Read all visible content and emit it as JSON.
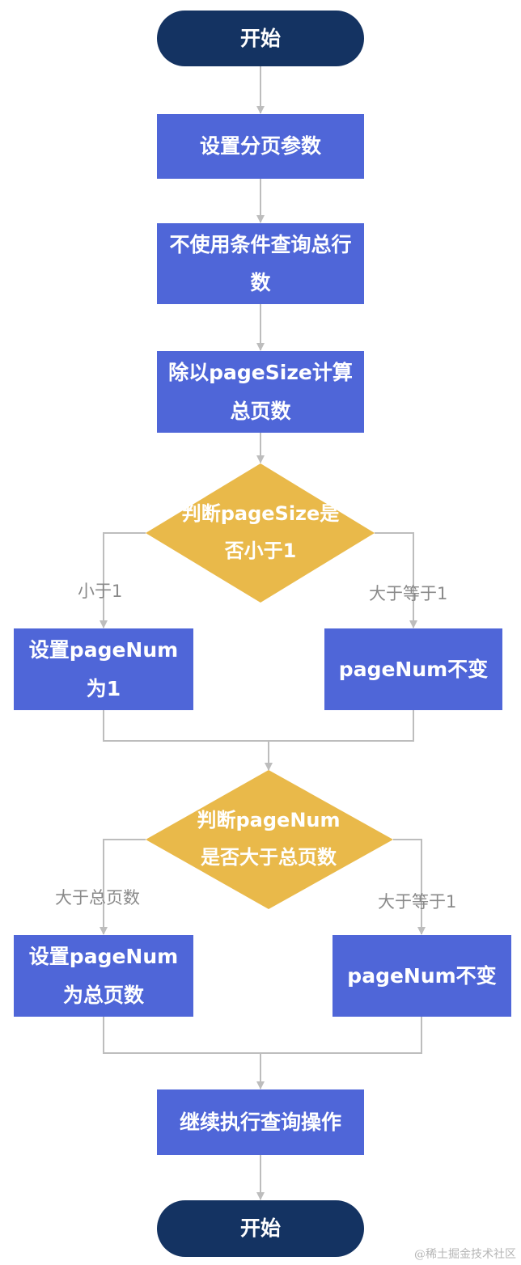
{
  "nodes": {
    "start": "开始",
    "set_params": "设置分页参数",
    "count_total": "不使用条件查询总行数",
    "calc_pages": "除以pageSize计算总页数",
    "decision1": "判断pageSize是否小于1",
    "set_page_one": "设置pageNum为1",
    "keep1": "pageNum不变",
    "decision2": "判断pageNum是否大于总页数",
    "set_page_total": "设置pageNum为总页数",
    "keep2": "pageNum不变",
    "continue_query": "继续执行查询操作",
    "end": "开始"
  },
  "edges": {
    "d1_left": "小于1",
    "d1_right": "大于等于1",
    "d2_left": "大于总页数",
    "d2_right": "大于等于1"
  },
  "watermark": "@稀土掘金技术社区",
  "colors": {
    "terminal": "#143362",
    "process": "#4f66d8",
    "decision": "#e9b94a",
    "connector": "#bdbdbd"
  }
}
